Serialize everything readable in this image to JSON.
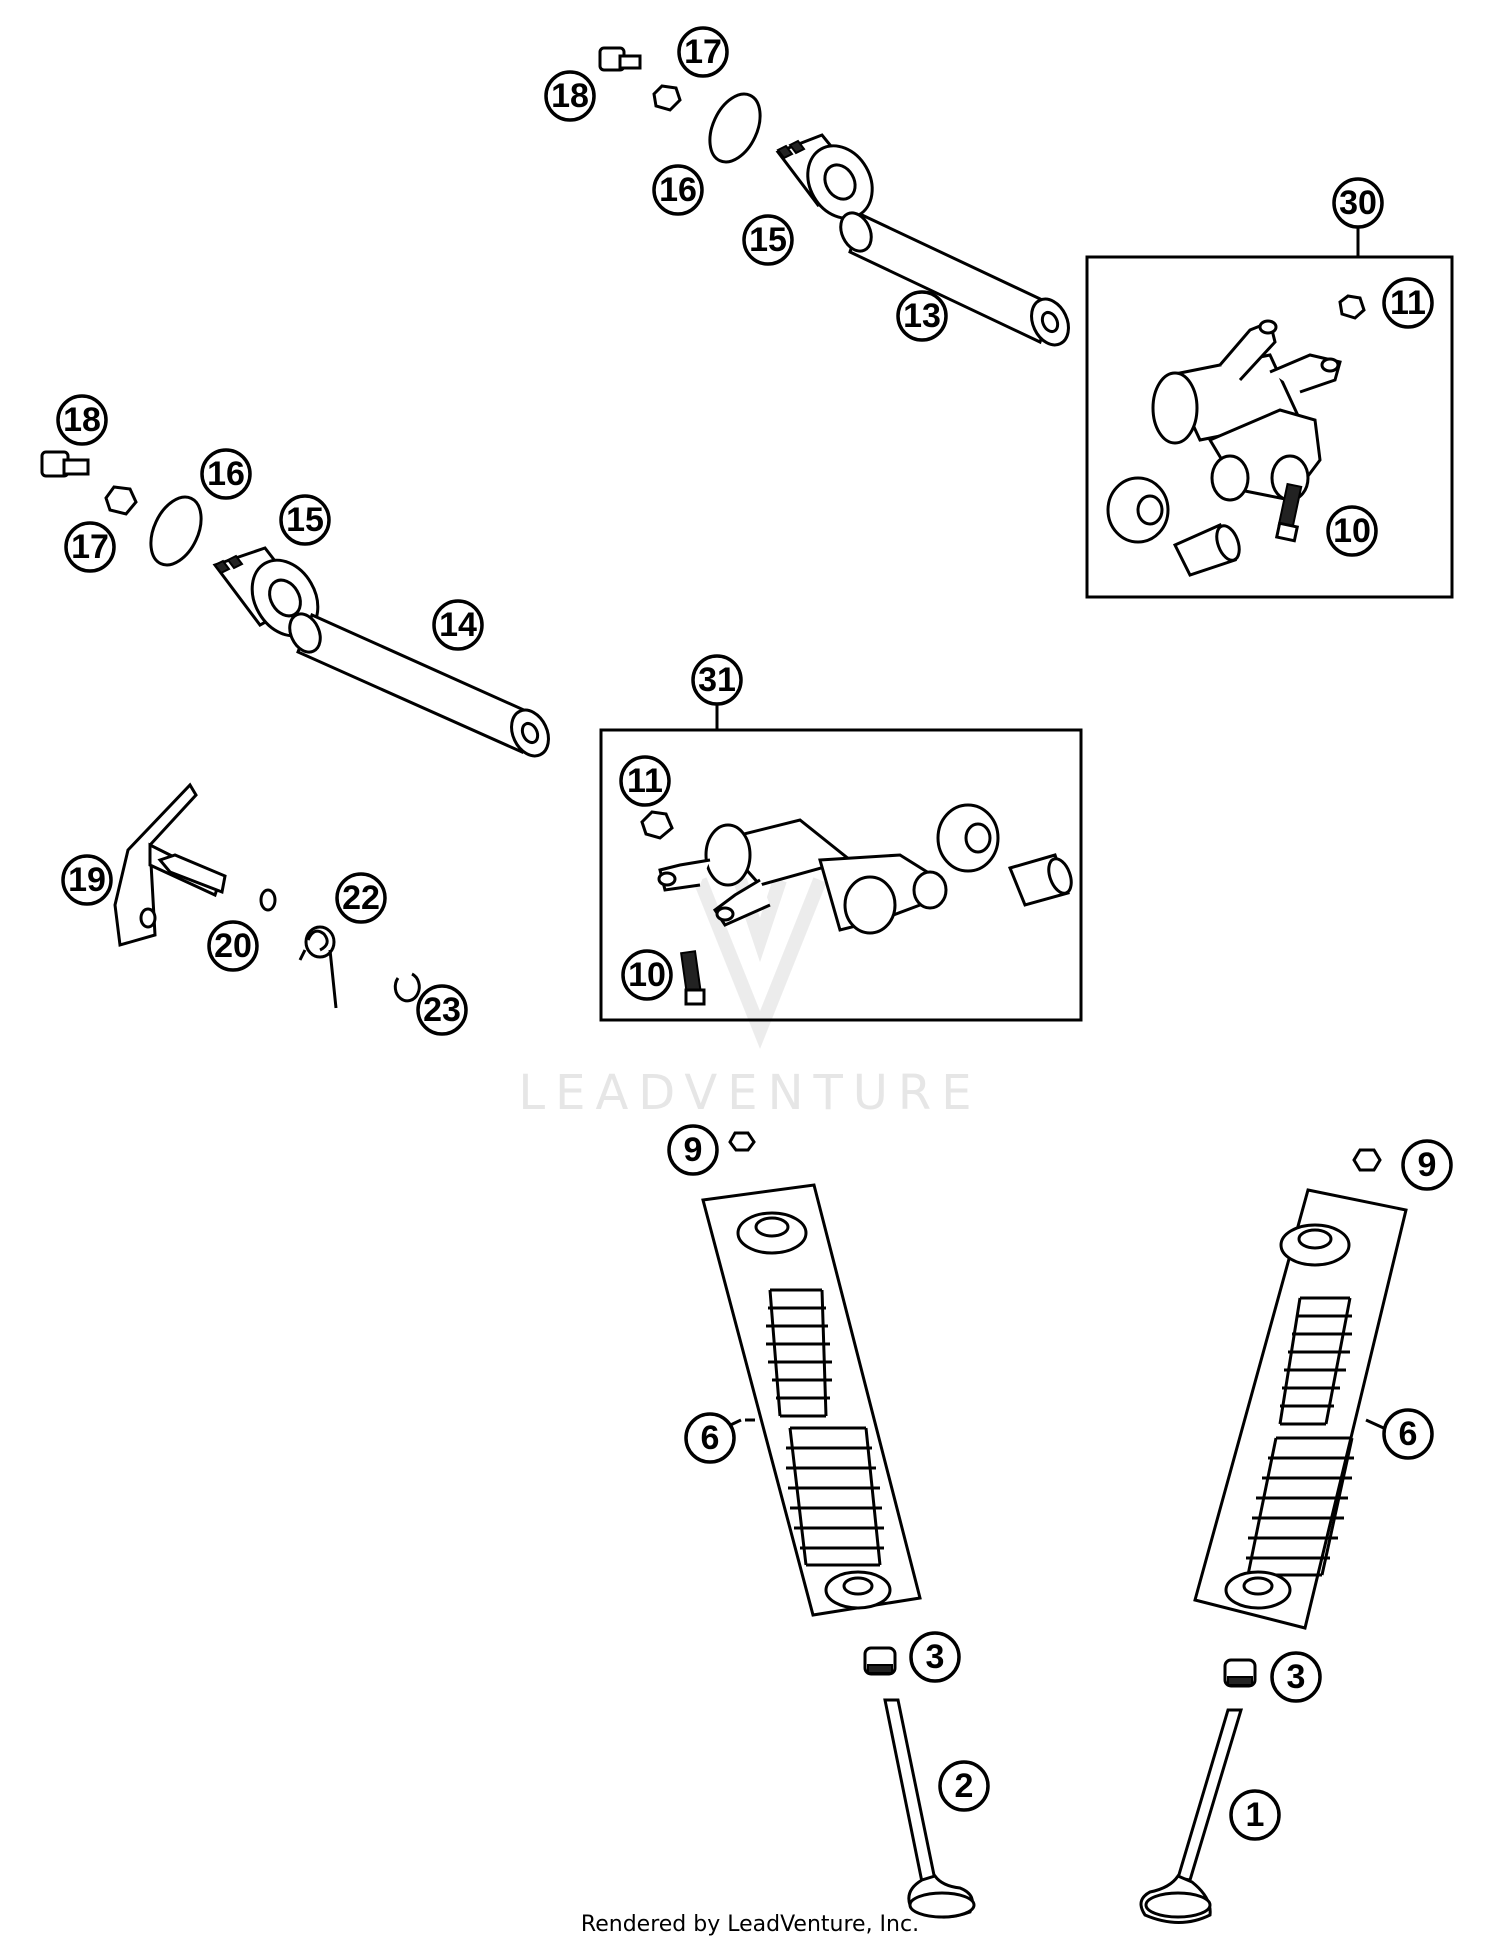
{
  "watermark": "LEADVENTURE",
  "footer": "Rendered by LeadVenture, Inc.",
  "callouts": {
    "c18a": "18",
    "c17a": "17",
    "c16a": "16",
    "c15a": "15",
    "c13": "13",
    "c30": "30",
    "c11a": "11",
    "c10a": "10",
    "c18b": "18",
    "c16b": "16",
    "c15b": "15",
    "c17b": "17",
    "c14": "14",
    "c31": "31",
    "c11b": "11",
    "c10b": "10",
    "c19": "19",
    "c22": "22",
    "c20": "20",
    "c23": "23",
    "c9a": "9",
    "c9b": "9",
    "c6a": "6",
    "c6b": "6",
    "c3a": "3",
    "c3b": "3",
    "c2": "2",
    "c1": "1"
  }
}
